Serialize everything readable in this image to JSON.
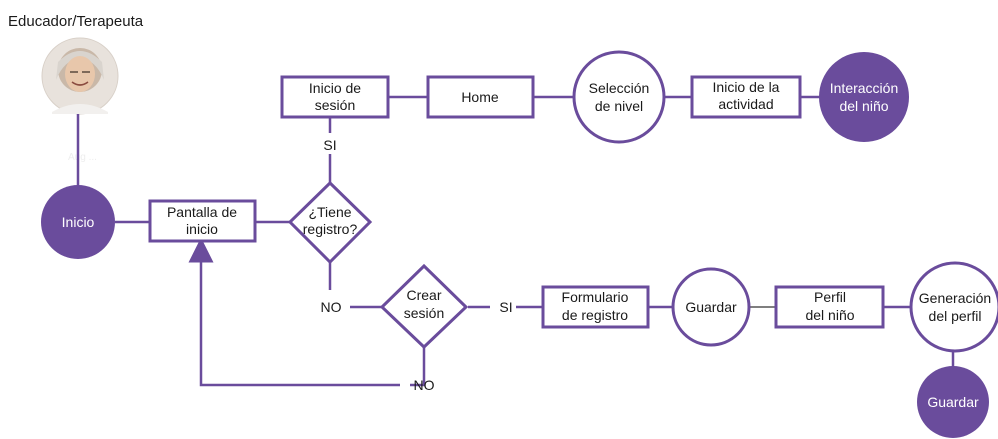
{
  "header": {
    "role_label": "Educador/Terapeuta"
  },
  "avatar": {
    "icon": "user-photo-icon",
    "watermark": "Aug ..."
  },
  "nodes": {
    "inicio": "Inicio",
    "pantalla_inicio_1": "Pantalla de",
    "pantalla_inicio_2": "inicio",
    "tiene_registro_1": "¿Tiene",
    "tiene_registro_2": "registro?",
    "inicio_sesion_1": "Inicio de",
    "inicio_sesion_2": "sesión",
    "home": "Home",
    "seleccion_nivel_1": "Selección",
    "seleccion_nivel_2": "de nivel",
    "inicio_actividad_1": "Inicio de la",
    "inicio_actividad_2": "actividad",
    "interaccion_nino_1": "Interacción",
    "interaccion_nino_2": "del niño",
    "crear_sesion_1": "Crear",
    "crear_sesion_2": "sesión",
    "formulario_1": "Formulario",
    "formulario_2": "de registro",
    "guardar_1": "Guardar",
    "perfil_1": "Perfil",
    "perfil_2": "del niño",
    "generacion_1": "Generación",
    "generacion_2": "del perfil",
    "guardar_2": "Guardar"
  },
  "edge_labels": {
    "si_top": "SI",
    "no_left": "NO",
    "si_right": "SI",
    "no_bottom": "NO"
  },
  "colors": {
    "accent": "#6a4c9c",
    "text": "#1a1a1a",
    "background": "#ffffff"
  }
}
